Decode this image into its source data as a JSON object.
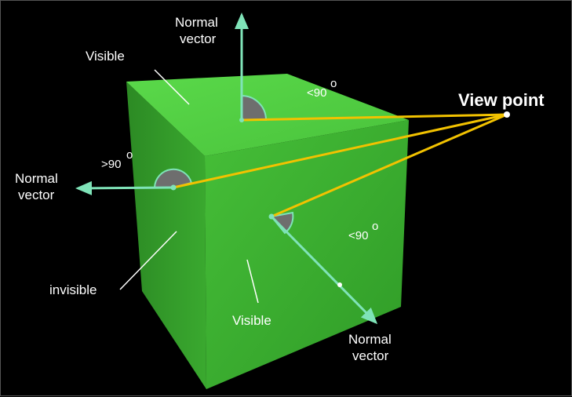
{
  "labels": {
    "normal_top": [
      "Normal",
      "vector"
    ],
    "normal_left": [
      "Normal",
      "vector"
    ],
    "normal_front": [
      "Normal",
      "vector"
    ],
    "view_point": "View point",
    "visible_top": "Visible",
    "visible_front": "Visible",
    "invisible_left": "invisible",
    "angle_top": "<90",
    "angle_left": ">90",
    "angle_front": "<90",
    "degree_symbol": "o"
  },
  "colors": {
    "background": "#000000",
    "cube_top": "#4fd13f",
    "cube_front": "#3fb232",
    "cube_left": "#2f8f26",
    "normal_vector": "#7fe3b8",
    "sight_line": "#f2c200",
    "angle_marker": "#6e6e6e",
    "label_text": "#ffffff"
  }
}
